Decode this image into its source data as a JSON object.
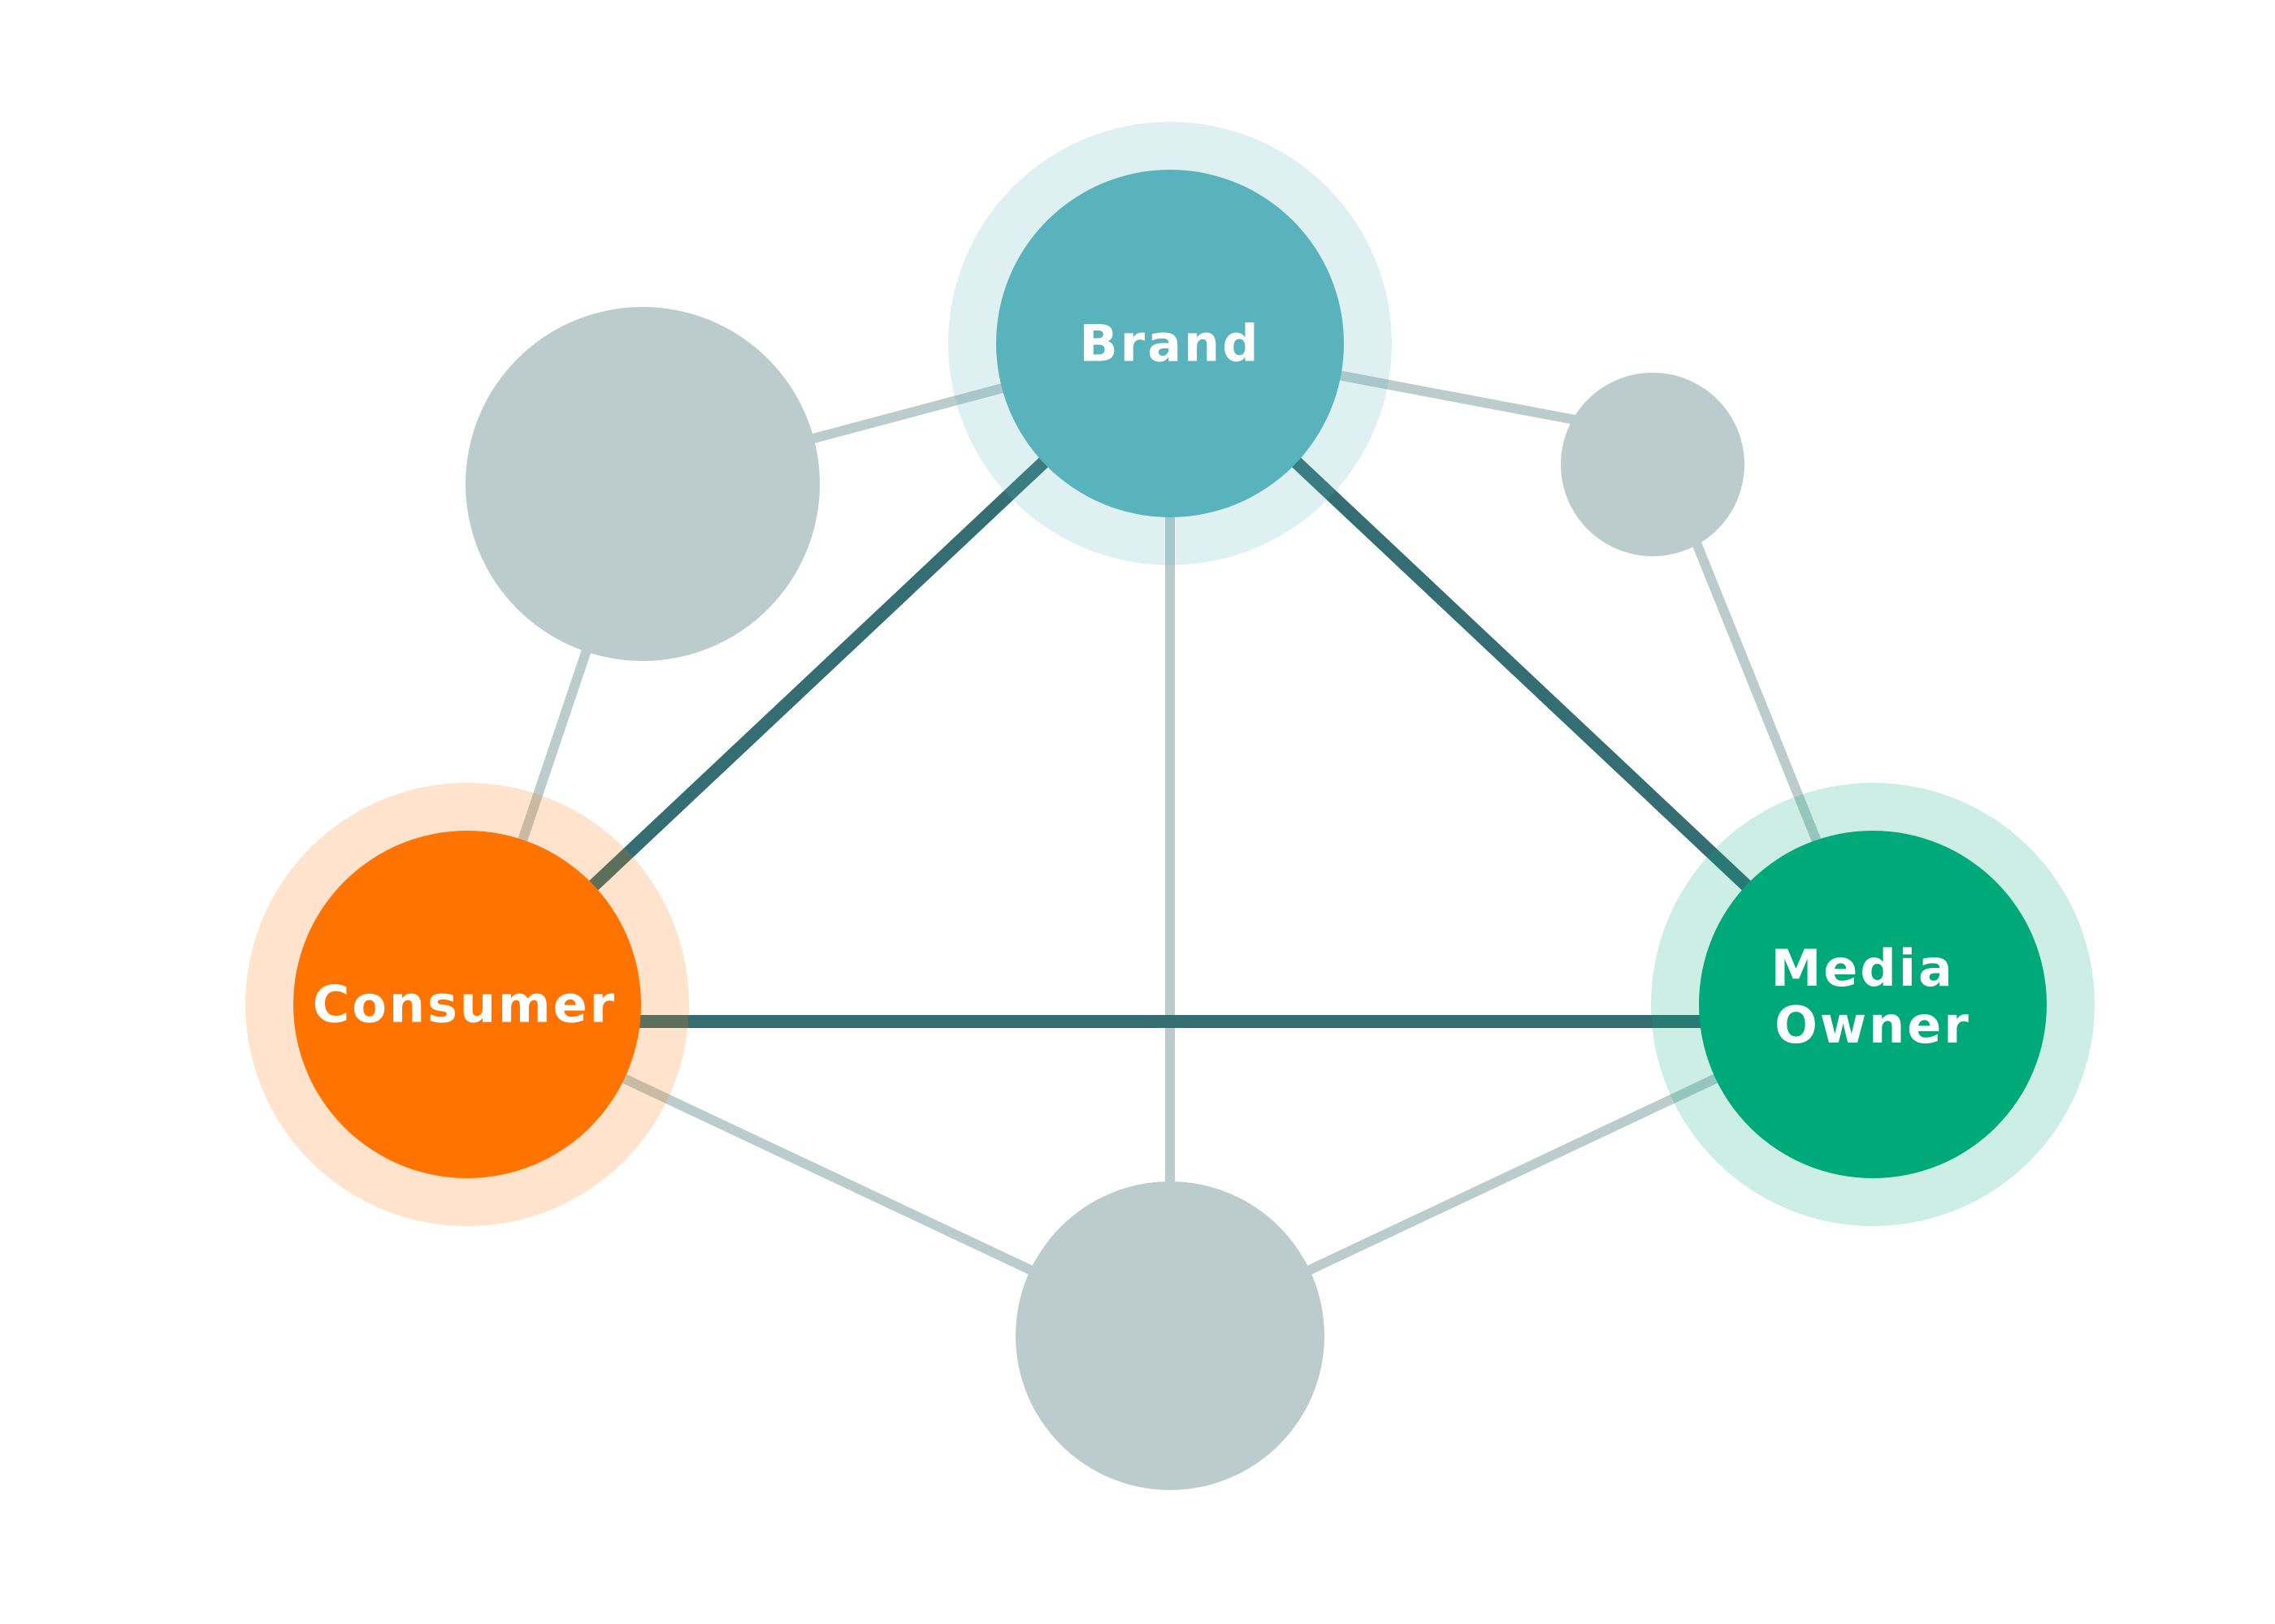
{
  "colors": {
    "background": "#ffffff",
    "brand": "#58B3BD",
    "brand_halo": "#DDEFF1",
    "consumer": "#FF7300",
    "consumer_halo": "#FFE2CC",
    "media_owner": "#00A97A",
    "media_owner_halo": "#CCEDE3",
    "neutral_node": "#BCCCCD",
    "strong_link": "#346E72",
    "weak_link": "#BCCCCD"
  },
  "nodes": {
    "brand": {
      "label": "Brand"
    },
    "consumer": {
      "label": "Consumer"
    },
    "media_owner": {
      "label_line1": "Media",
      "label_line2": "Owner"
    }
  }
}
